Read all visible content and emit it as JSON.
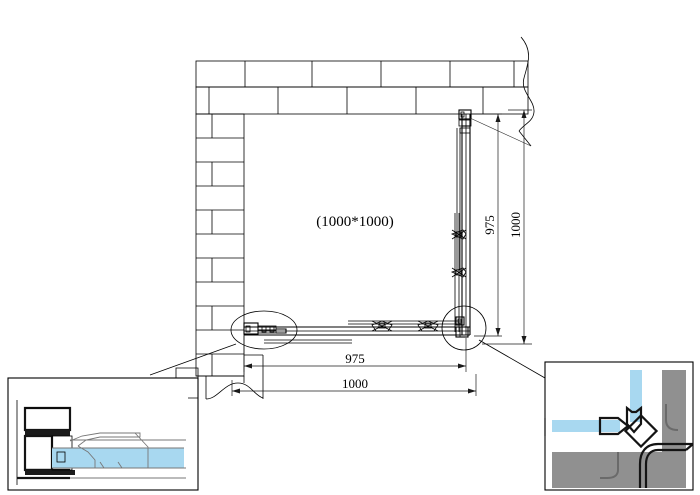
{
  "drawing": {
    "type": "technical-cad-plan",
    "subject": "Corner shower enclosure plan view with detail insets",
    "plan_label": "(1000*1000)",
    "background_color": "#ffffff",
    "line_color": "#000000",
    "glass_color": "#a8d8f0",
    "frame_gray": "#909090",
    "dark_frame": "#1a1a1a"
  },
  "dimensions": {
    "bottom": [
      {
        "name": "inner-width",
        "value": "975"
      },
      {
        "name": "overall-width",
        "value": "1000"
      }
    ],
    "right": [
      {
        "name": "inner-depth",
        "value": "975"
      },
      {
        "name": "overall-depth",
        "value": "1000"
      }
    ]
  },
  "callouts": {
    "left_detail": {
      "name": "bottom-rail-section-detail",
      "shape": "ellipse"
    },
    "right_detail": {
      "name": "corner-joint-detail",
      "shape": "circle"
    }
  },
  "insets": {
    "left": {
      "name": "profile-section-inset",
      "description": "Bottom rail profile cross-section with glass pane"
    },
    "right": {
      "name": "corner-joint-inset",
      "description": "Corner glass-to-frame joint detail"
    }
  },
  "walls": {
    "top": {
      "name": "top-wall-brick-hatch",
      "rows": 2
    },
    "left": {
      "name": "left-wall-brick-hatch",
      "rows": 11
    }
  }
}
